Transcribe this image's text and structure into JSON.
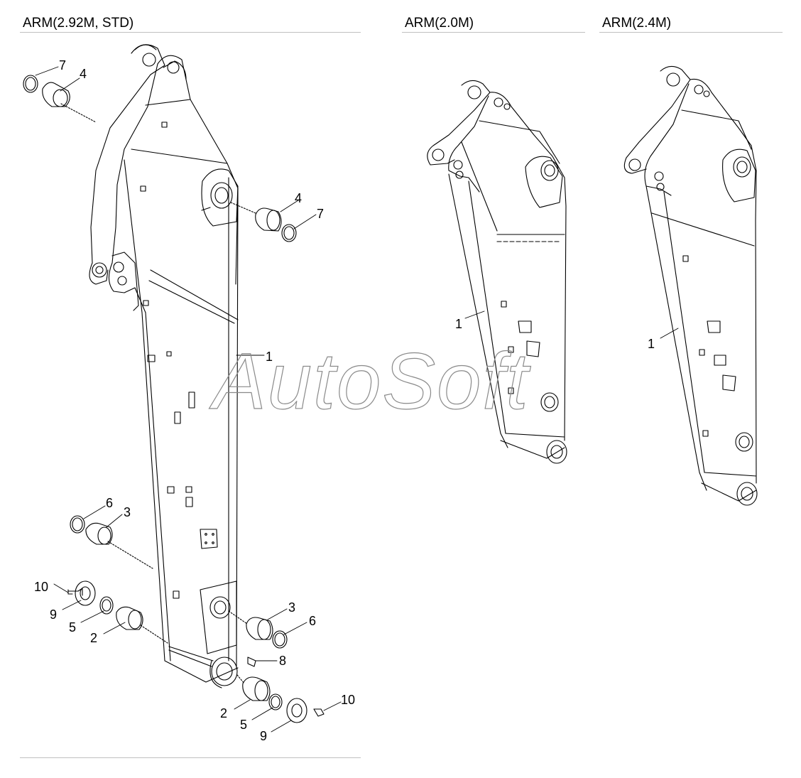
{
  "sections": [
    {
      "title": "ARM(2.92M, STD)"
    },
    {
      "title": "ARM(2.0M)"
    },
    {
      "title": "ARM(2.4M)"
    }
  ],
  "watermark": "AutoSoft",
  "callouts": {
    "a_7": "7",
    "a_4": "4",
    "b_4": "4",
    "b_7": "7",
    "a_1": "1",
    "a_6": "6",
    "a_3": "3",
    "a_10": "10",
    "a_9": "9",
    "a_5": "5",
    "a_2": "2",
    "b_3": "3",
    "b_6": "6",
    "c_8": "8",
    "b_10": "10",
    "b_2": "2",
    "b_5": "5",
    "b_9": "9",
    "m_1": "1",
    "r_1": "1"
  },
  "colors": {
    "line": "#000000",
    "rule": "#bfbfbf",
    "watermark": "#8a8a8a"
  }
}
